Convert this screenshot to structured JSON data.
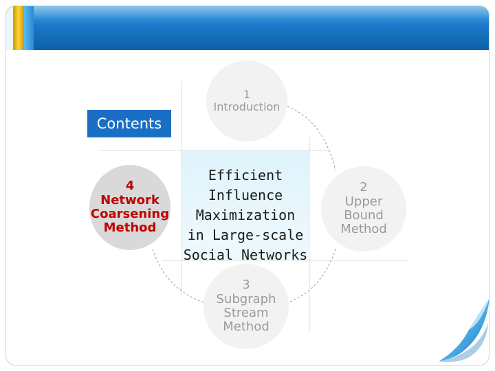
{
  "contents_label": "Contents",
  "title_lines": [
    "Efficient",
    "Influence",
    "Maximization",
    "in Large-scale",
    "Social Networks"
  ],
  "items": [
    {
      "number": "1",
      "lines": [
        "Introduction"
      ]
    },
    {
      "number": "2",
      "lines": [
        "Upper",
        "Bound",
        "Method"
      ]
    },
    {
      "number": "3",
      "lines": [
        "Subgraph",
        "Stream",
        "Method"
      ]
    },
    {
      "number": "4",
      "lines": [
        "Network",
        "Coarsening",
        "Method"
      ]
    }
  ],
  "colors": {
    "header_blue": "#1a78c8",
    "contents_bg": "#1a6fc4",
    "active_item_text": "#c00000",
    "inactive_item_text": "#9a9a9a"
  }
}
